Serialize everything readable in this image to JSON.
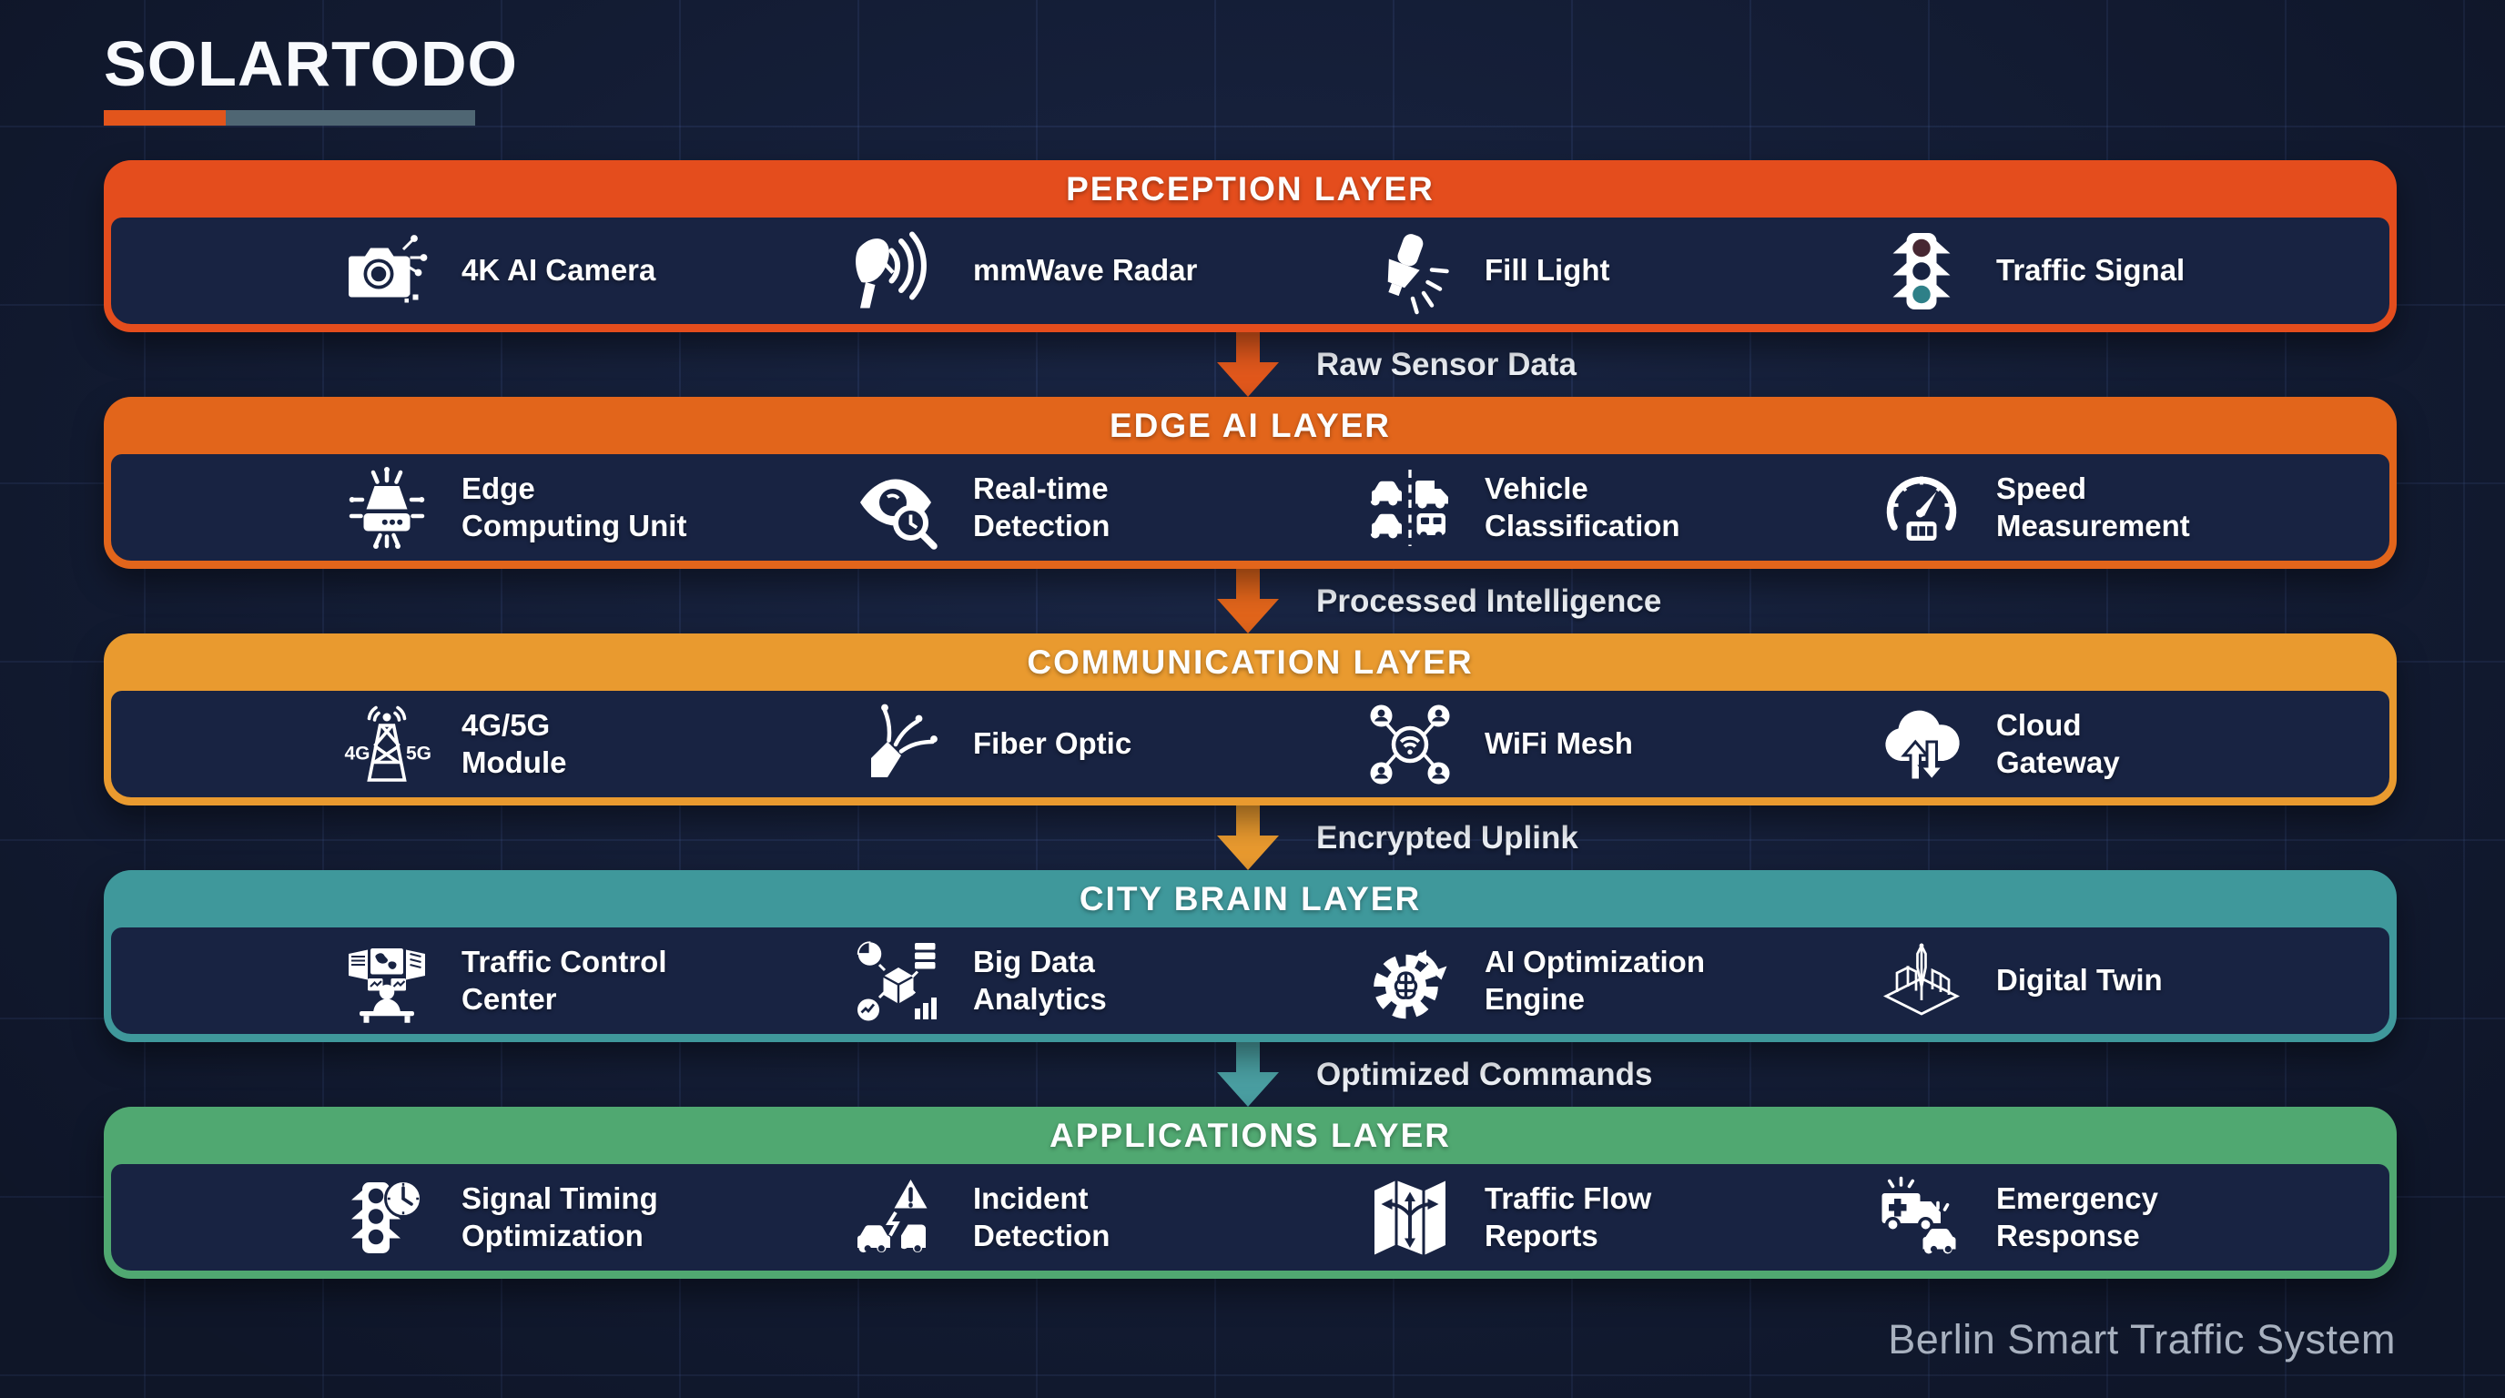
{
  "brand": {
    "name": "SOLARTODO"
  },
  "footer": {
    "caption": "Berlin Smart Traffic System"
  },
  "colors": {
    "background": "#151F3A",
    "panel": "#182342",
    "perception": "#E44D1D",
    "edge_ai": "#E2651B",
    "communication": "#E99A2F",
    "city_brain": "#3F989B",
    "applications": "#50A871",
    "logo_underline_orange": "#E2551C",
    "logo_underline_gray": "#4F6673",
    "traffic_light_go": "#2E8088"
  },
  "layers": [
    {
      "title": "PERCEPTION LAYER",
      "color": "#E44D1D",
      "items": [
        {
          "icon": "camera-icon",
          "label": "4K AI Camera"
        },
        {
          "icon": "radar-icon",
          "label": "mmWave Radar"
        },
        {
          "icon": "fill-light-icon",
          "label": "Fill Light"
        },
        {
          "icon": "traffic-signal-icon",
          "label": "Traffic Signal"
        }
      ]
    },
    {
      "title": "EDGE AI LAYER",
      "color": "#E2651B",
      "items": [
        {
          "icon": "edge-computing-icon",
          "label": "Edge\nComputing Unit"
        },
        {
          "icon": "realtime-detection-icon",
          "label": "Real-time\nDetection"
        },
        {
          "icon": "vehicle-classification-icon",
          "label": "Vehicle\nClassification"
        },
        {
          "icon": "speedometer-icon",
          "label": "Speed\nMeasurement"
        }
      ]
    },
    {
      "title": "COMMUNICATION LAYER",
      "color": "#E99A2F",
      "items": [
        {
          "icon": "cell-tower-icon",
          "label": "4G/5G\nModule",
          "icon_text_left": "4G",
          "icon_text_right": "5G"
        },
        {
          "icon": "fiber-optic-icon",
          "label": "Fiber Optic"
        },
        {
          "icon": "wifi-mesh-icon",
          "label": "WiFi Mesh"
        },
        {
          "icon": "cloud-gateway-icon",
          "label": "Cloud\nGateway"
        }
      ]
    },
    {
      "title": "CITY BRAIN LAYER",
      "color": "#3F989B",
      "items": [
        {
          "icon": "control-center-icon",
          "label": "Traffic Control\nCenter"
        },
        {
          "icon": "big-data-icon",
          "label": "Big Data\nAnalytics"
        },
        {
          "icon": "ai-engine-icon",
          "label": "AI Optimization\nEngine"
        },
        {
          "icon": "digital-twin-icon",
          "label": "Digital Twin"
        }
      ]
    },
    {
      "title": "APPLICATIONS LAYER",
      "color": "#50A871",
      "items": [
        {
          "icon": "signal-timing-icon",
          "label": "Signal Timing\nOptimization"
        },
        {
          "icon": "incident-detection-icon",
          "label": "Incident\nDetection"
        },
        {
          "icon": "traffic-flow-icon",
          "label": "Traffic Flow\nReports"
        },
        {
          "icon": "emergency-response-icon",
          "label": "Emergency\nResponse"
        }
      ]
    }
  ],
  "flows": [
    {
      "label": "Raw Sensor Data",
      "color": "#E2581C"
    },
    {
      "label": "Processed Intelligence",
      "color": "#E2651B"
    },
    {
      "label": "Encrypted Uplink",
      "color": "#E99A2F"
    },
    {
      "label": "Optimized Commands",
      "color": "#4A9FA2"
    }
  ]
}
